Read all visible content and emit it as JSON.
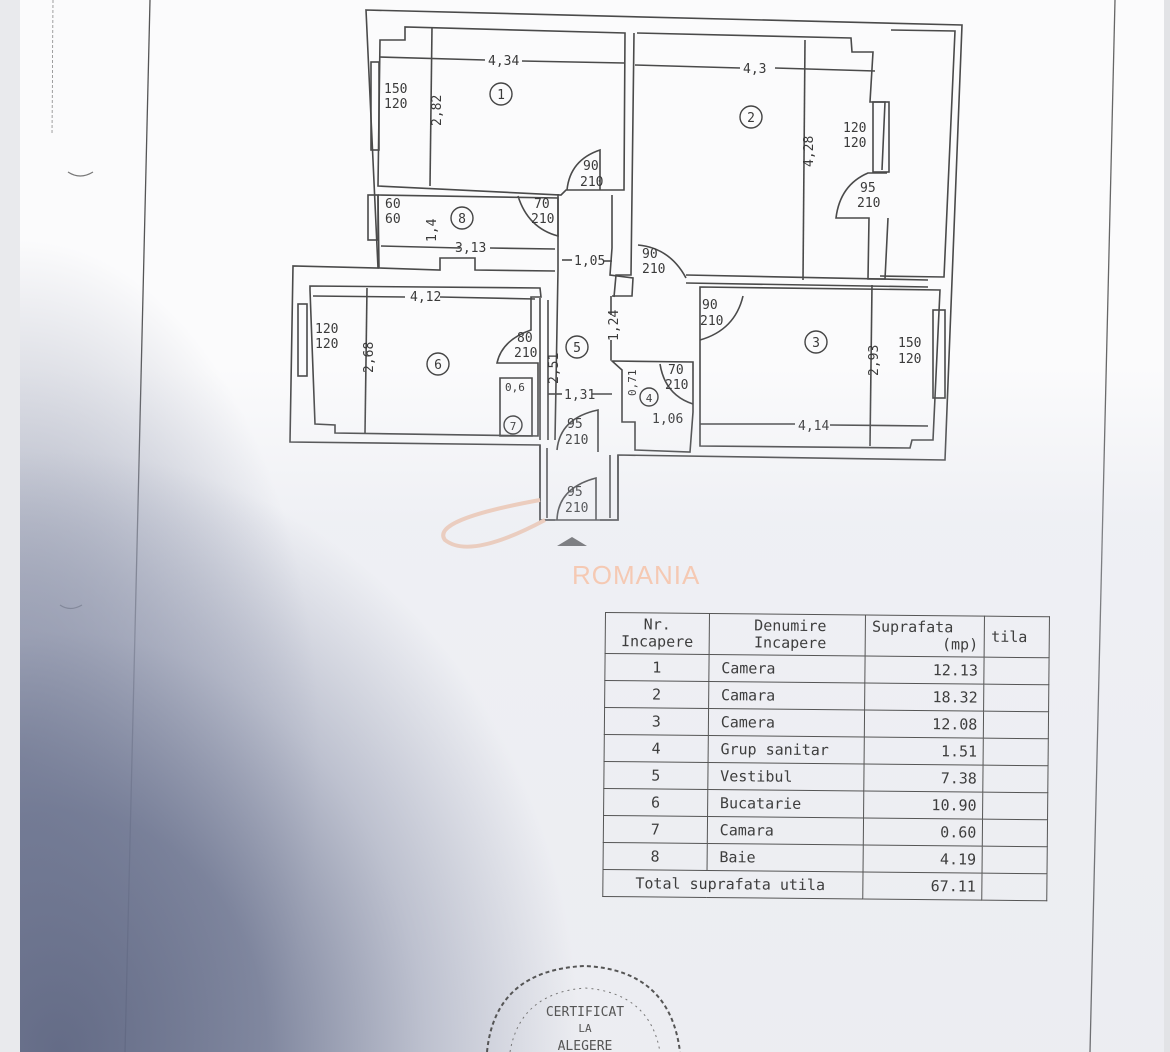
{
  "document": {
    "type": "Apartment floor plan (releveu)",
    "watermark": "ROMANIA",
    "entrance_marker": "entrance-arrow",
    "stamp_text": [
      "CERTIFICAT",
      "LA",
      "ALEGERE"
    ]
  },
  "plan": {
    "rooms": [
      {
        "nr": "1",
        "width": "4,34",
        "depth": "2,82",
        "window": [
          "150",
          "120"
        ],
        "door": [
          "90",
          "210"
        ]
      },
      {
        "nr": "2",
        "width": "4,3",
        "depth": "4,28",
        "window": [
          "120",
          "120"
        ],
        "door": [
          "90",
          "210"
        ],
        "balcony_door": [
          "95",
          "210"
        ]
      },
      {
        "nr": "3",
        "width": "4,14",
        "depth": "2,93",
        "window": [
          "150",
          "120"
        ],
        "door": [
          "90",
          "210"
        ]
      },
      {
        "nr": "4",
        "width": "1,06",
        "depth": "0,71",
        "door": [
          "70",
          "210"
        ]
      },
      {
        "nr": "5",
        "width": "1,31",
        "depth": "2,51",
        "extra_dims": [
          "1,05",
          "1,24"
        ],
        "door": [
          "95",
          "210"
        ]
      },
      {
        "nr": "6",
        "width": "4,12",
        "depth": "2,68",
        "window": [
          "120",
          "120"
        ],
        "door": [
          "80",
          "210"
        ]
      },
      {
        "nr": "7",
        "width": "0,6"
      },
      {
        "nr": "8",
        "width": "3,13",
        "depth": "1,4",
        "window": [
          "60",
          "60"
        ],
        "door": [
          "70",
          "210"
        ]
      }
    ],
    "entrance_door": [
      "95",
      "210"
    ]
  },
  "table": {
    "headers": {
      "nr": [
        "Nr.",
        "Incapere"
      ],
      "name": [
        "Denumire",
        "Incapere"
      ],
      "area": [
        "Suprafata",
        "(mp)"
      ],
      "extra": "tila"
    },
    "rows": [
      {
        "nr": "1",
        "name": "Camera",
        "area": "12.13"
      },
      {
        "nr": "2",
        "name": "Camara",
        "area": "18.32"
      },
      {
        "nr": "3",
        "name": "Camera",
        "area": "12.08"
      },
      {
        "nr": "4",
        "name": "Grup sanitar",
        "area": "1.51"
      },
      {
        "nr": "5",
        "name": "Vestibul",
        "area": "7.38"
      },
      {
        "nr": "6",
        "name": "Bucatarie",
        "area": "10.90"
      },
      {
        "nr": "7",
        "name": "Camara",
        "area": "0.60"
      },
      {
        "nr": "8",
        "name": "Baie",
        "area": "4.19"
      }
    ],
    "total_label": "Total suprafata utila",
    "total_value": "67.11"
  }
}
